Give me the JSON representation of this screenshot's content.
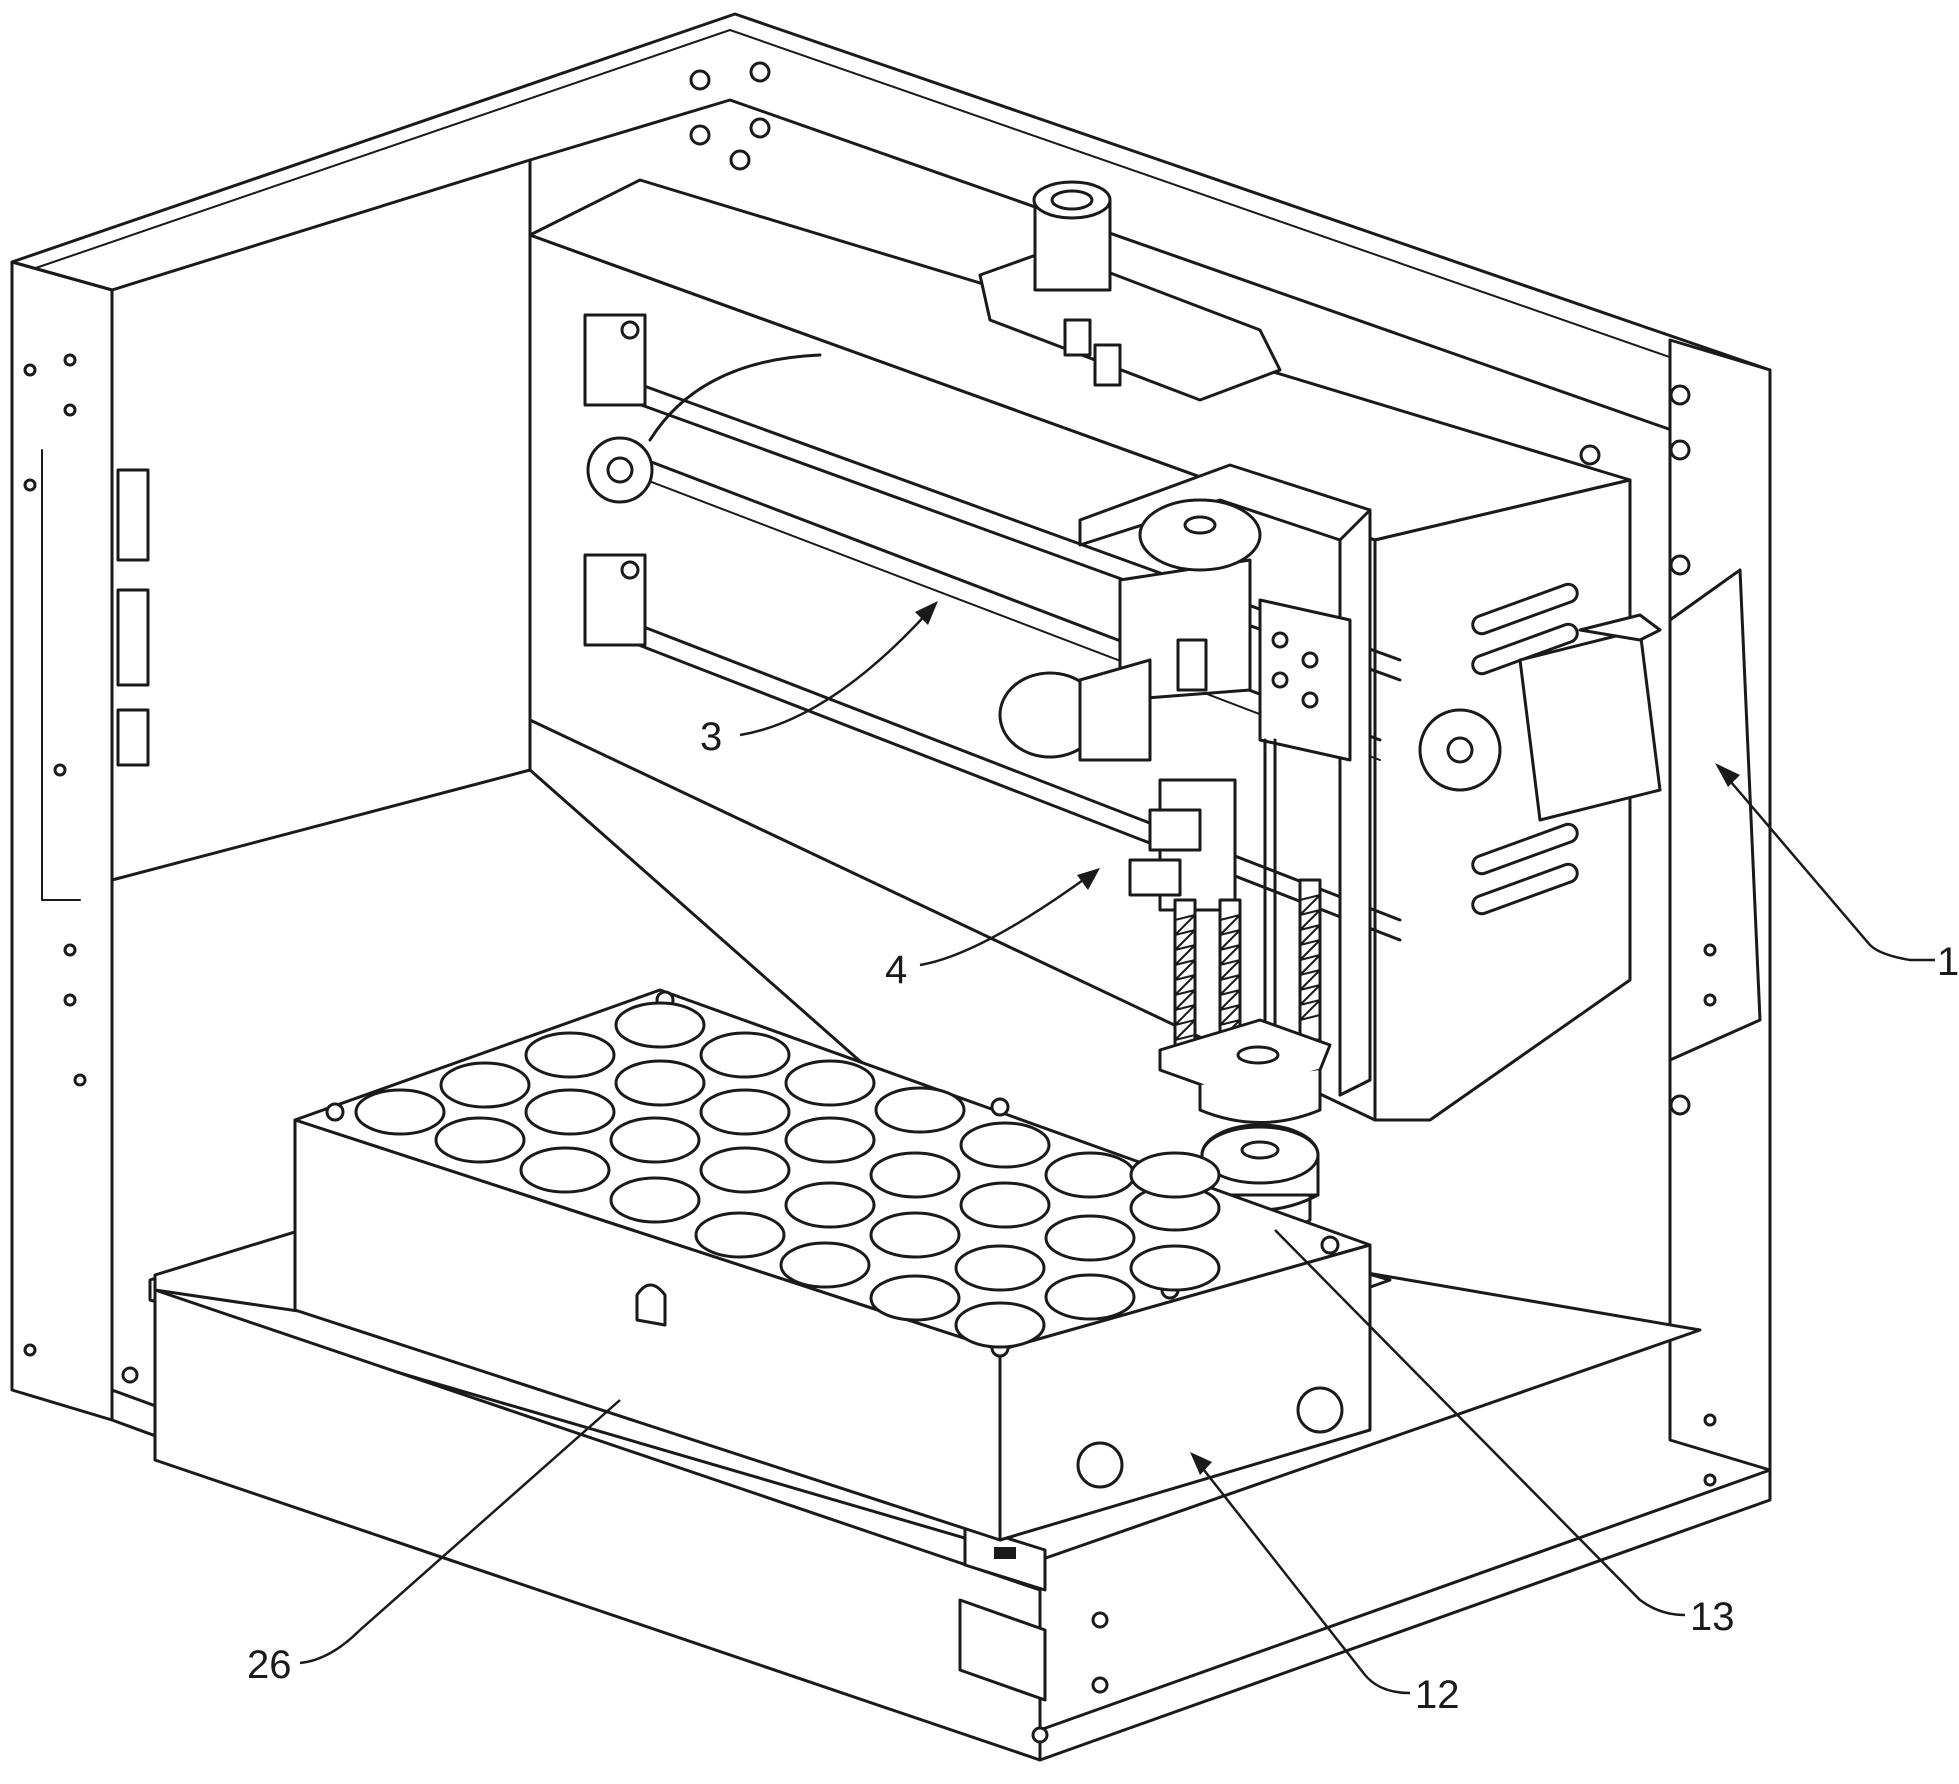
{
  "callouts": [
    {
      "id": "frame",
      "label": "1"
    },
    {
      "id": "guide-rail",
      "label": "3"
    },
    {
      "id": "sampling-head",
      "label": "4"
    },
    {
      "id": "sample-tray",
      "label": "12"
    },
    {
      "id": "rinse-port",
      "label": "13"
    },
    {
      "id": "drawer",
      "label": "26"
    }
  ]
}
